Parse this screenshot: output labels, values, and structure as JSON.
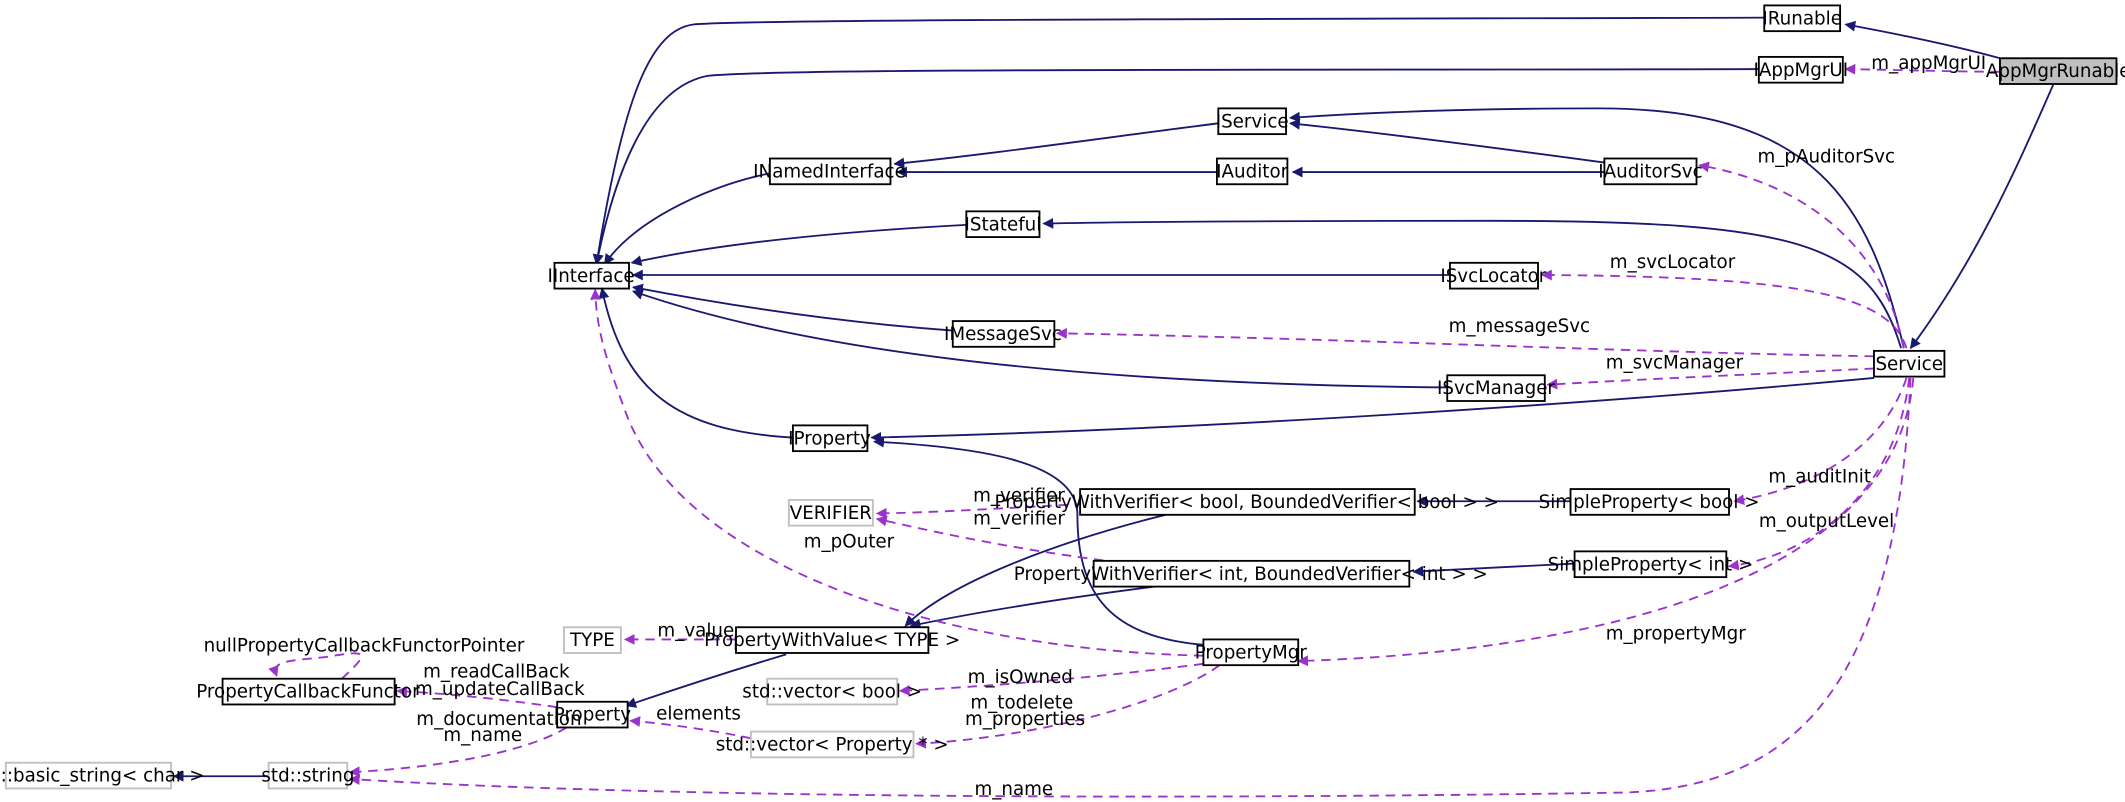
{
  "diagram": {
    "colors": {
      "inheritance": "#191970",
      "usage": "#9a32cd",
      "node_border": "#000000",
      "external_border": "#bfbfbf",
      "focus_fill": "#bfbfbf"
    },
    "nodes": [
      {
        "id": "AppMgrRunable",
        "label": "AppMgrRunable",
        "focus": true
      },
      {
        "id": "IRunable",
        "label": "IRunable"
      },
      {
        "id": "IAppMgrUI",
        "label": "IAppMgrUI"
      },
      {
        "id": "IService",
        "label": "IService"
      },
      {
        "id": "INamedInterface",
        "label": "INamedInterface"
      },
      {
        "id": "IAuditor",
        "label": "IAuditor"
      },
      {
        "id": "IAuditorSvc",
        "label": "IAuditorSvc"
      },
      {
        "id": "IStateful",
        "label": "IStateful"
      },
      {
        "id": "IInterface",
        "label": "IInterface"
      },
      {
        "id": "ISvcLocator",
        "label": "ISvcLocator"
      },
      {
        "id": "IMessageSvc",
        "label": "IMessageSvc"
      },
      {
        "id": "Service",
        "label": "Service"
      },
      {
        "id": "ISvcManager",
        "label": "ISvcManager"
      },
      {
        "id": "IProperty",
        "label": "IProperty"
      },
      {
        "id": "VERIFIER",
        "label": "VERIFIER",
        "external": true
      },
      {
        "id": "PWVBool",
        "label": "PropertyWithVerifier< bool, BoundedVerifier< bool > >"
      },
      {
        "id": "SPBool",
        "label": "SimpleProperty< bool >"
      },
      {
        "id": "PWVInt",
        "label": "PropertyWithVerifier< int, BoundedVerifier< int > >"
      },
      {
        "id": "SPInt",
        "label": "SimpleProperty< int >"
      },
      {
        "id": "TYPE",
        "label": "TYPE",
        "external": true
      },
      {
        "id": "PWValue",
        "label": "PropertyWithValue< TYPE >"
      },
      {
        "id": "PropertyMgr",
        "label": "PropertyMgr"
      },
      {
        "id": "PCF",
        "label": "PropertyCallbackFunctor"
      },
      {
        "id": "Property",
        "label": "Property"
      },
      {
        "id": "VecBool",
        "label": "std::vector< bool >",
        "external": true
      },
      {
        "id": "VecProp",
        "label": "std::vector< Property * >",
        "external": true
      },
      {
        "id": "BasicString",
        "label": "std::basic_string< char >",
        "external": true
      },
      {
        "id": "StdString",
        "label": "std::string",
        "external": true
      }
    ],
    "edge_labels": {
      "m_appMgrUI": "m_appMgrUI",
      "m_pAuditorSvc": "m_pAuditorSvc",
      "m_svcLocator": "m_svcLocator",
      "m_messageSvc": "m_messageSvc",
      "m_svcManager": "m_svcManager",
      "m_auditInit": "m_auditInit",
      "m_outputLevel": "m_outputLevel",
      "m_verifier_bool": "m_verifier",
      "m_verifier_int": "m_verifier",
      "m_pOuter": "m_pOuter",
      "m_value": "m_value",
      "m_propertyMgr": "m_propertyMgr",
      "nullPropertyCallbackFunctorPointer": "nullPropertyCallbackFunctorPointer",
      "m_readCallBack": "m_readCallBack",
      "m_updateCallBack": "m_updateCallBack",
      "m_isOwned": "m_isOwned",
      "elements": "elements",
      "m_todelete": "m_todelete",
      "m_properties": "m_properties",
      "m_documentation": "m_documentation",
      "m_name_property": "m_name",
      "m_name_service": "m_name"
    }
  }
}
